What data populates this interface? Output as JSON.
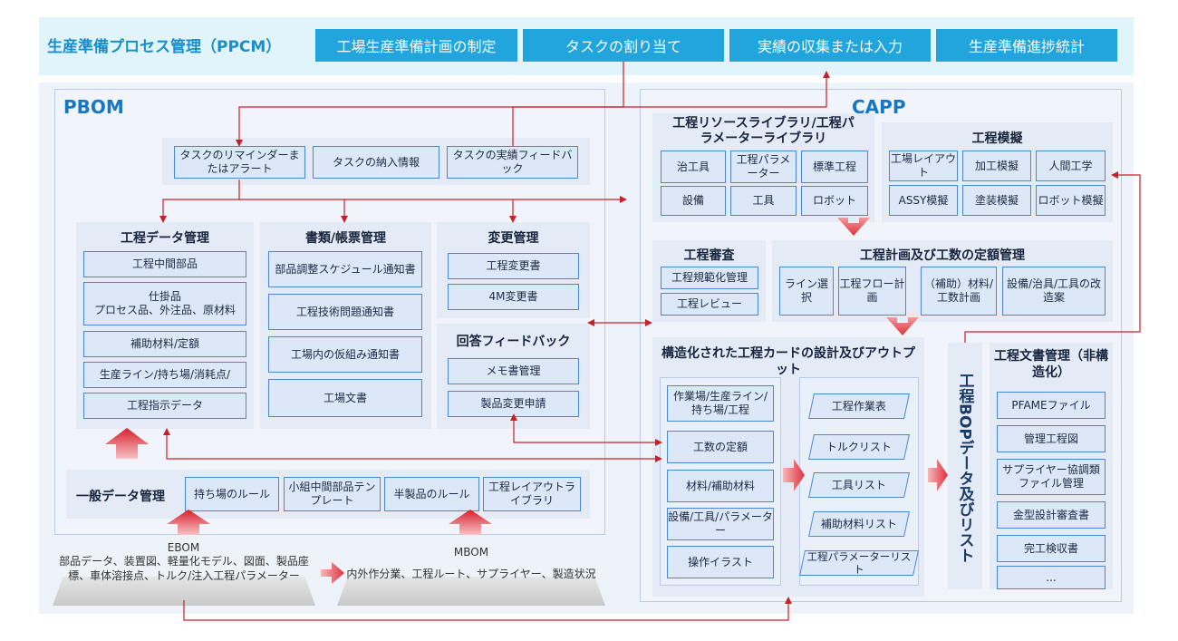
{
  "header": {
    "title": "生産準備プロセス管理（PPCM）",
    "buttons": [
      "工場生産準備計画の制定",
      "タスクの割り当て",
      "実績の収集または入力",
      "生産準備進捗統計"
    ]
  },
  "pbom": {
    "title": "PBOM",
    "task_boxes": [
      "タスクのリマインダーまたはアラート",
      "タスクの納入情報",
      "タスクの実績フィードバック"
    ],
    "process_data": {
      "title": "工程データ管理",
      "items": [
        "工程中間部品",
        "仕掛品\nプロセス品、外注品、原材料",
        "補助材料/定額",
        "生産ライン/持ち場/消耗点/",
        "工程指示データ"
      ]
    },
    "documents": {
      "title": "書類/帳票管理",
      "items": [
        "部品調整スケジュール通知書",
        "工程技術問題通知書",
        "工場内の仮組み通知書",
        "工場文書"
      ]
    },
    "change": {
      "title": "変更管理",
      "items": [
        "工程変更書",
        "4M変更書"
      ]
    },
    "feedback": {
      "title": "回答フィードバック",
      "items": [
        "メモ書管理",
        "製品変更申請"
      ]
    },
    "general": {
      "title": "一般データ管理",
      "items": [
        "持ち場のルール",
        "小組中間部品テンプレート",
        "半製品のルール",
        "工程レイアウトライブラリ"
      ]
    }
  },
  "ebom": {
    "title": "EBOM",
    "desc": "部品データ、装置図、軽量化モデル、図面、製品座標、車体溶接点、トルク/注入工程パラメーター"
  },
  "mbom": {
    "title": "MBOM",
    "desc": "内外作分業、工程ルート、サプライヤー、製造状況"
  },
  "capp": {
    "title": "CAPP",
    "resource": {
      "title": "工程リソースライブラリ/工程パラメーターライブラリ",
      "items": [
        "治工具",
        "工程パラメーター",
        "標準工程",
        "設備",
        "工具",
        "ロボット"
      ]
    },
    "simulation": {
      "title": "工程模擬",
      "items": [
        "工場レイアウト",
        "加工模擬",
        "人間工学",
        "ASSY模擬",
        "塗装模擬",
        "ロボット模擬"
      ]
    },
    "review": {
      "title": "工程審査",
      "items": [
        "工程規範化管理",
        "工程レビュー"
      ]
    },
    "planning": {
      "title": "工程計画及び工数の定額管理",
      "items": [
        "ライン選択",
        "工程フロー計画",
        "（補助）材料/工数計画",
        "設備/治具/工具の改造案"
      ]
    },
    "card": {
      "title": "構造化された工程カードの設計及びアウトプット",
      "left": [
        "作業場/生産ライン/持ち場/工程",
        "工数の定額",
        "材料/補助材料",
        "設備/工具/パラメーター",
        "操作イラスト"
      ],
      "right": [
        "工程作業表",
        "トルクリスト",
        "工具リスト",
        "補助材料リスト",
        "工程パラメーターリスト"
      ]
    },
    "bop": "工程BOPデータ及びリスト",
    "docs": {
      "title": "工程文書管理（非構造化）",
      "items": [
        "PFAMEファイル",
        "管理工程図",
        "サプライヤー協調類ファイル管理",
        "金型設計審査書",
        "完工検収書",
        "..."
      ]
    }
  },
  "colors": {
    "accent": "#21a5dc",
    "arrow": "#c8202a",
    "box_border": "#4a86d6",
    "box_fill": "#dce8f8"
  }
}
